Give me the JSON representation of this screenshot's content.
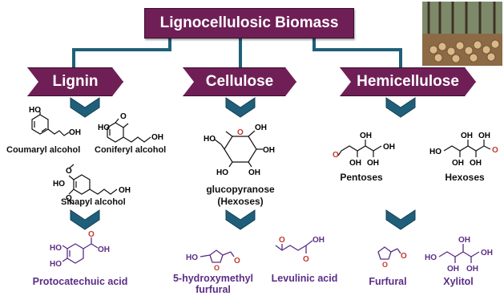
{
  "title": "Lignocellulosic Biomass",
  "categories": {
    "lignin": "Lignin",
    "cellulose": "Cellulose",
    "hemicellulose": "Hemicellulose"
  },
  "monomers": {
    "coumaryl": "Coumaryl alcohol",
    "coniferyl": "Coniferyl alcohol",
    "sinapyl": "Sinapyl alcohol",
    "glucopyranose": "glucopyranose",
    "glucopyranose_sub": "(Hexoses)",
    "pentoses": "Pentoses",
    "hexoses": "Hexoses"
  },
  "products": {
    "protocatechuic": "Protocatechuic acid",
    "hmf_line1": "5-hydroxymethyl",
    "hmf_line2": "furfural",
    "levulinic": "Levulinic acid",
    "furfural": "Furfural",
    "xylitol": "Xylitol"
  },
  "atoms": {
    "ho": "HO",
    "oh": "OH",
    "o": "O"
  },
  "colors": {
    "box_fill": "#6f1f56",
    "connector": "#1f5f7a",
    "chevron": "#1f5f7a",
    "product_text": "#5b2d86",
    "oxygen": "#c0392b"
  },
  "icons": {
    "photo": "stacked-logs-photo",
    "chevron": "chevron-down-icon"
  }
}
